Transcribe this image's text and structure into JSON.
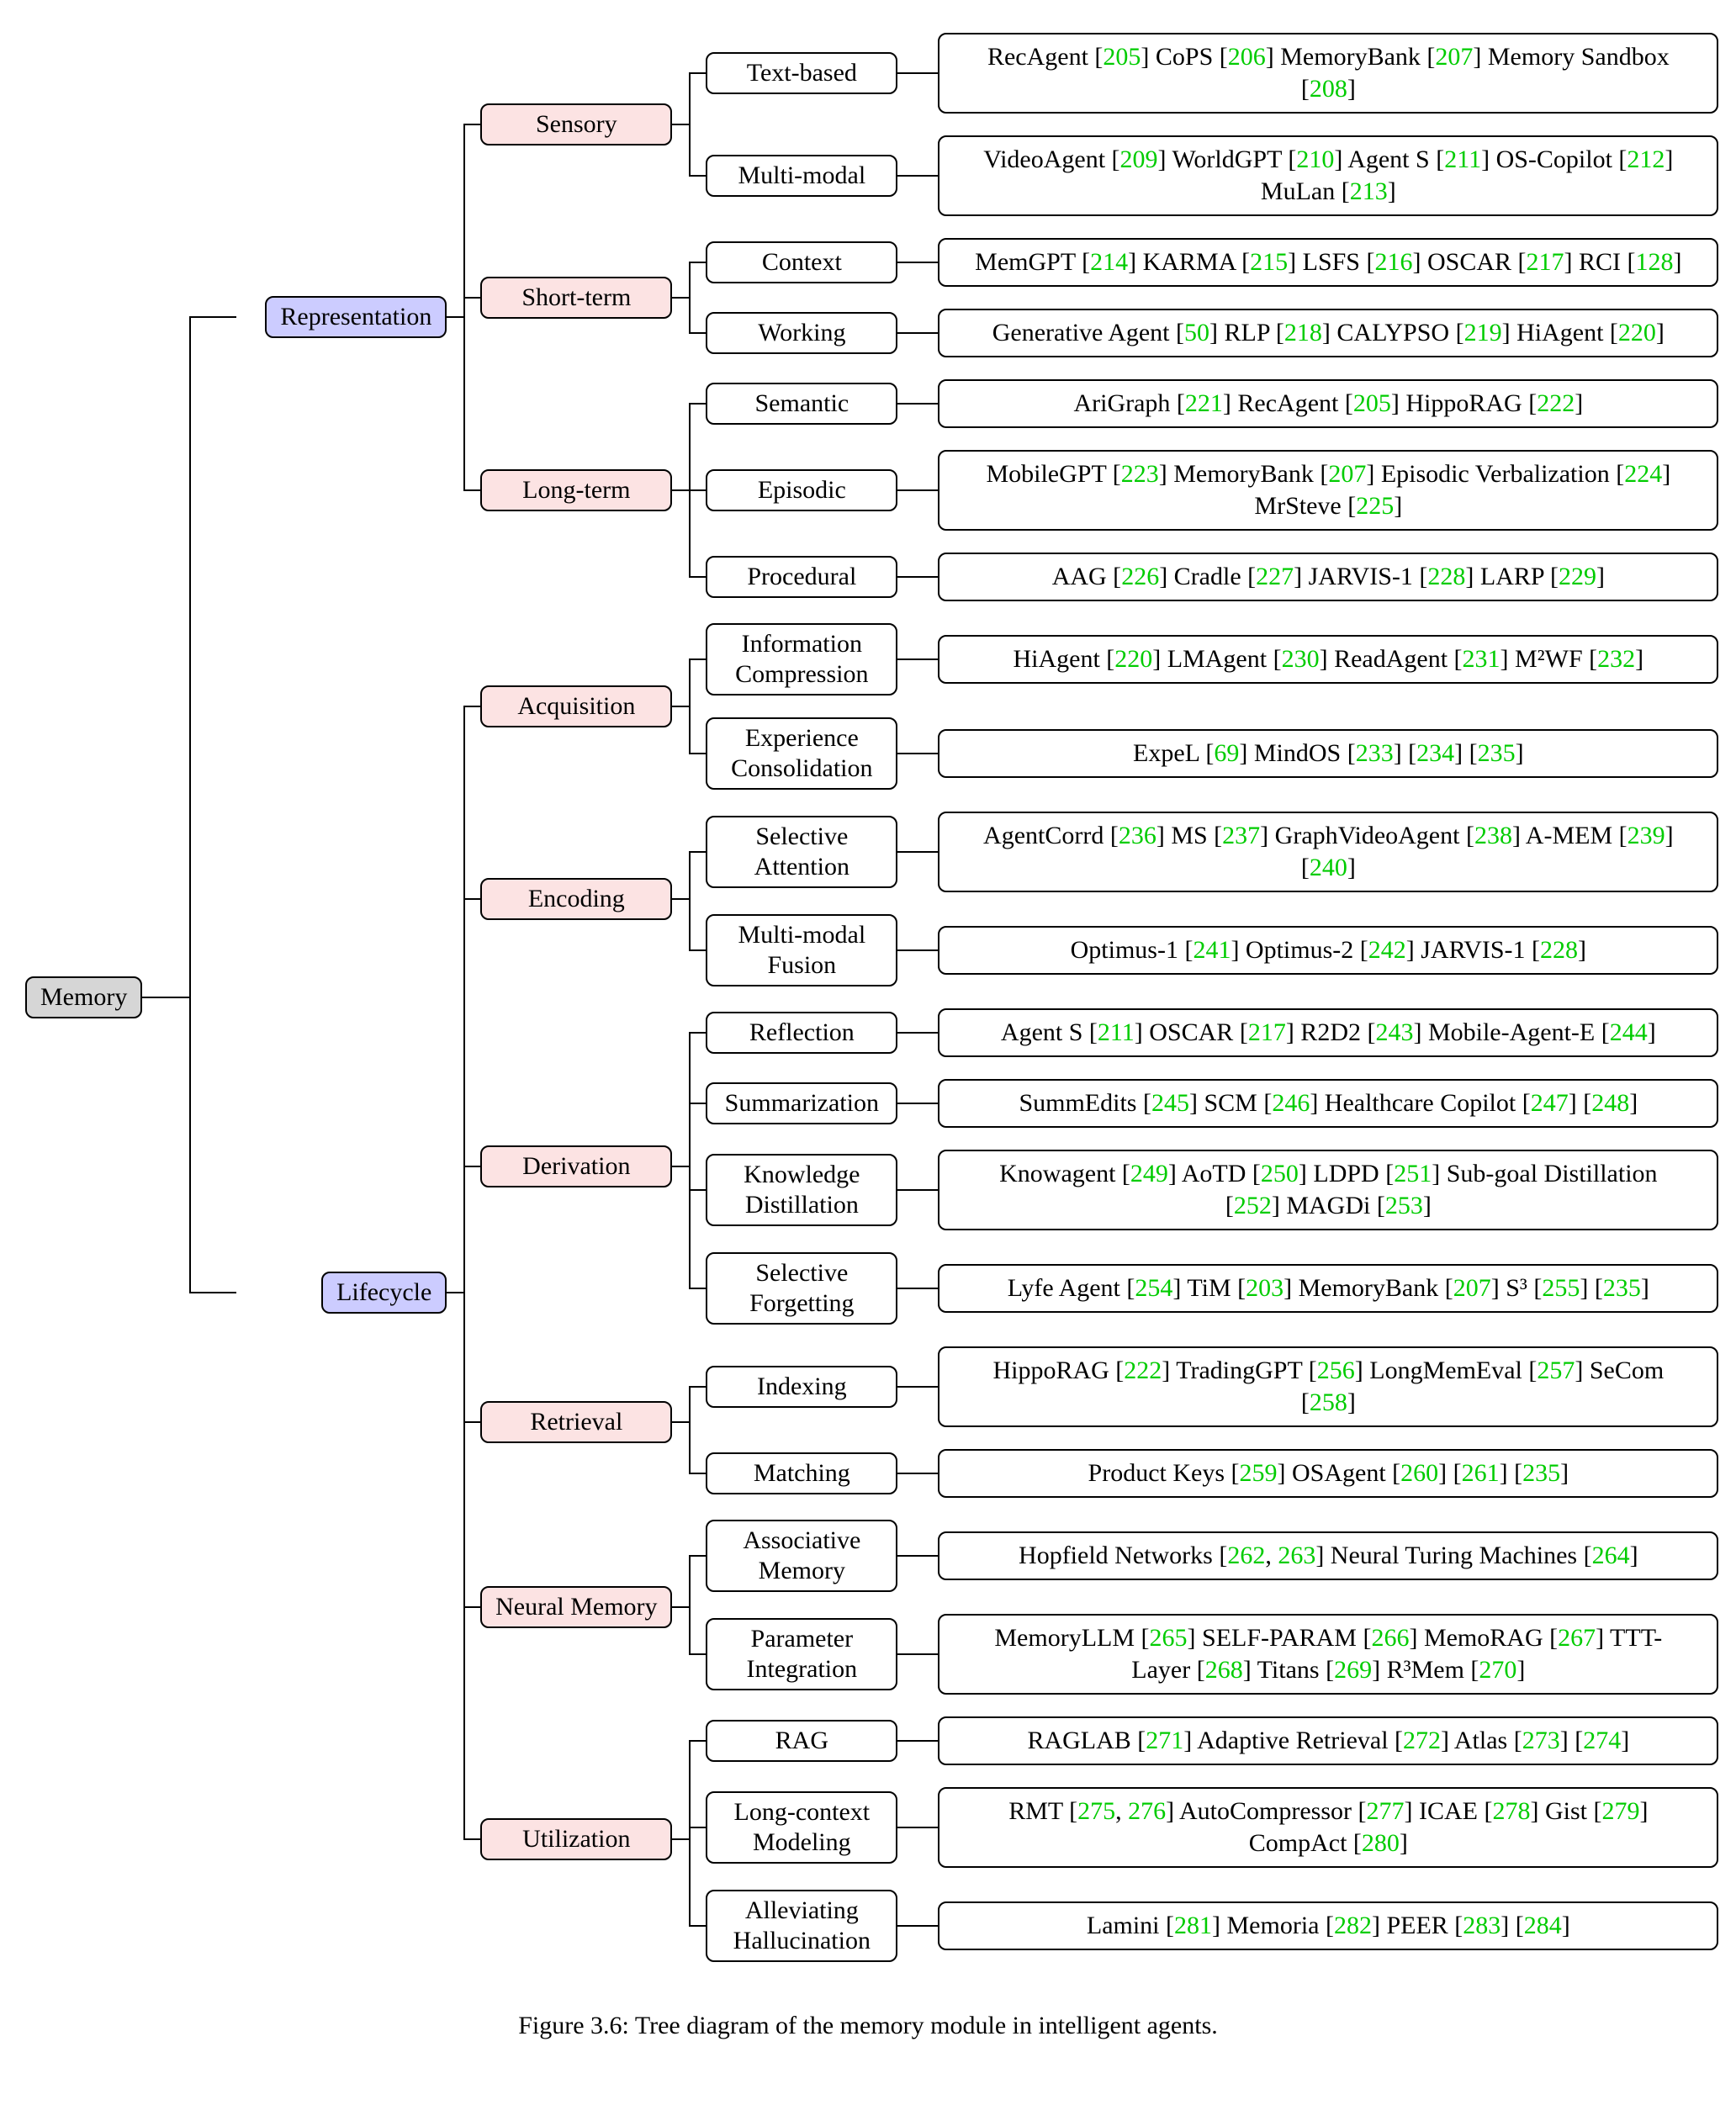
{
  "figure": {
    "caption": "Figure 3.6: Tree diagram of the memory module in intelligent agents."
  },
  "colors": {
    "root_fill": "#d6d6d6",
    "branch_fill": "#ccccff",
    "category_fill": "#fce3e3",
    "leaf_fill": "#ffffff",
    "border": "#000000",
    "ref_green": "#00cc00"
  },
  "tree": {
    "label": "Memory",
    "children": [
      {
        "label": "Representation",
        "children": [
          {
            "label": "Sensory",
            "children": [
              {
                "label": "Text-based",
                "papers": "RecAgent [205] CoPS [206] MemoryBank [207] Memory Sandbox [208]"
              },
              {
                "label": "Multi-modal",
                "papers": "VideoAgent [209] WorldGPT [210] Agent S [211] OS-Copilot [212] MuLan [213]"
              }
            ]
          },
          {
            "label": "Short-term",
            "children": [
              {
                "label": "Context",
                "papers": "MemGPT [214] KARMA [215] LSFS [216] OSCAR [217] RCI [128]"
              },
              {
                "label": "Working",
                "papers": "Generative Agent [50] RLP [218] CALYPSO [219] HiAgent [220]"
              }
            ]
          },
          {
            "label": "Long-term",
            "children": [
              {
                "label": "Semantic",
                "papers": "AriGraph [221] RecAgent [205] HippoRAG [222]"
              },
              {
                "label": "Episodic",
                "papers": "MobileGPT [223] MemoryBank [207] Episodic Verbalization [224] MrSteve [225]"
              },
              {
                "label": "Procedural",
                "papers": "AAG [226] Cradle [227] JARVIS-1 [228] LARP [229]"
              }
            ]
          }
        ]
      },
      {
        "label": "Lifecycle",
        "children": [
          {
            "label": "Acquisition",
            "children": [
              {
                "label": "Information Compression",
                "papers": "HiAgent [220] LMAgent [230] ReadAgent [231] M²WF [232]"
              },
              {
                "label": "Experience Consolidation",
                "papers": "ExpeL [69] MindOS [233] [234] [235]"
              }
            ]
          },
          {
            "label": "Encoding",
            "children": [
              {
                "label": "Selective Attention",
                "papers": "AgentCorrd [236] MS [237] GraphVideoAgent [238] A-MEM [239] [240]"
              },
              {
                "label": "Multi-modal Fusion",
                "papers": "Optimus-1 [241] Optimus-2 [242] JARVIS-1 [228]"
              }
            ]
          },
          {
            "label": "Derivation",
            "children": [
              {
                "label": "Reflection",
                "papers": "Agent S [211] OSCAR [217] R2D2 [243] Mobile-Agent-E [244]"
              },
              {
                "label": "Summarization",
                "papers": "SummEdits [245] SCM [246] Healthcare Copilot [247] [248]"
              },
              {
                "label": "Knowledge Distillation",
                "papers": "Knowagent [249] AoTD [250] LDPD [251] Sub-goal Distillation [252] MAGDi [253]"
              },
              {
                "label": "Selective Forgetting",
                "papers": "Lyfe Agent [254] TiM [203] MemoryBank [207] S³ [255] [235]"
              }
            ]
          },
          {
            "label": "Retrieval",
            "children": [
              {
                "label": "Indexing",
                "papers": "HippoRAG [222] TradingGPT [256] LongMemEval [257] SeCom [258]"
              },
              {
                "label": "Matching",
                "papers": "Product Keys [259] OSAgent [260] [261] [235]"
              }
            ]
          },
          {
            "label": "Neural Memory",
            "children": [
              {
                "label": "Associative Memory",
                "papers": "Hopfield Networks [262, 263] Neural Turing Machines [264]"
              },
              {
                "label": "Parameter Integration",
                "papers": "MemoryLLM [265] SELF-PARAM [266] MemoRAG [267] TTT-Layer [268] Titans [269] R³Mem [270]"
              }
            ]
          },
          {
            "label": "Utilization",
            "children": [
              {
                "label": "RAG",
                "papers": "RAGLAB [271] Adaptive Retrieval [272] Atlas [273] [274]"
              },
              {
                "label": "Long-context Modeling",
                "papers": "RMT [275, 276] AutoCompressor [277] ICAE [278] Gist [279] CompAct [280]"
              },
              {
                "label": "Alleviating Hallucination",
                "papers": "Lamini [281] Memoria [282] PEER [283] [284]"
              }
            ]
          }
        ]
      }
    ]
  }
}
